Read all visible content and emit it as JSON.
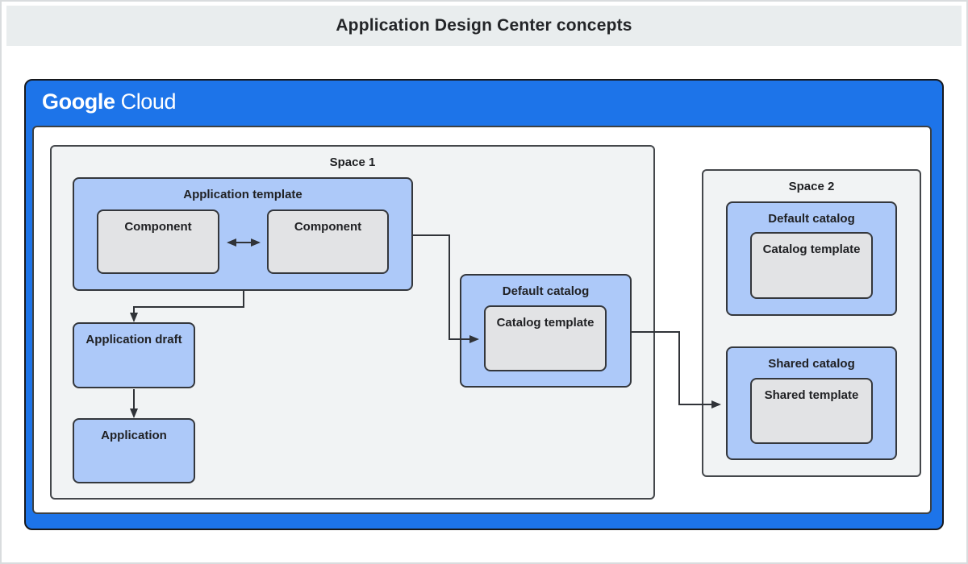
{
  "header": {
    "title": "Application Design Center concepts"
  },
  "logo": {
    "part1": "Google",
    "part2": "Cloud"
  },
  "spaces": {
    "space1": {
      "label": "Space 1",
      "application_template": {
        "label": "Application template",
        "components": [
          "Component",
          "Component"
        ]
      },
      "application_draft": {
        "label": "Application draft"
      },
      "application": {
        "label": "Application"
      },
      "default_catalog": {
        "label": "Default catalog",
        "catalog_template": {
          "label": "Catalog template"
        }
      }
    },
    "space2": {
      "label": "Space 2",
      "default_catalog": {
        "label": "Default catalog",
        "catalog_template": {
          "label": "Catalog template"
        }
      },
      "shared_catalog": {
        "label": "Shared catalog",
        "shared_template": {
          "label": "Shared template"
        }
      }
    }
  },
  "connections": [
    {
      "from": "component-1",
      "to": "component-2",
      "style": "double-arrow"
    },
    {
      "from": "application-template",
      "to": "application-draft",
      "style": "arrow"
    },
    {
      "from": "application-draft",
      "to": "application",
      "style": "arrow"
    },
    {
      "from": "application-template",
      "to": "space1-catalog-template",
      "style": "arrow"
    },
    {
      "from": "space1-default-catalog",
      "to": "space2-shared-catalog",
      "style": "arrow"
    }
  ],
  "colors": {
    "header_bg": "#e9edee",
    "google_blue": "#1d74e9",
    "space_bg": "#f1f3f4",
    "blue_box": "#adc9f9",
    "gray_box": "#e2e3e5",
    "connector": "#303338",
    "text": "#202124"
  }
}
